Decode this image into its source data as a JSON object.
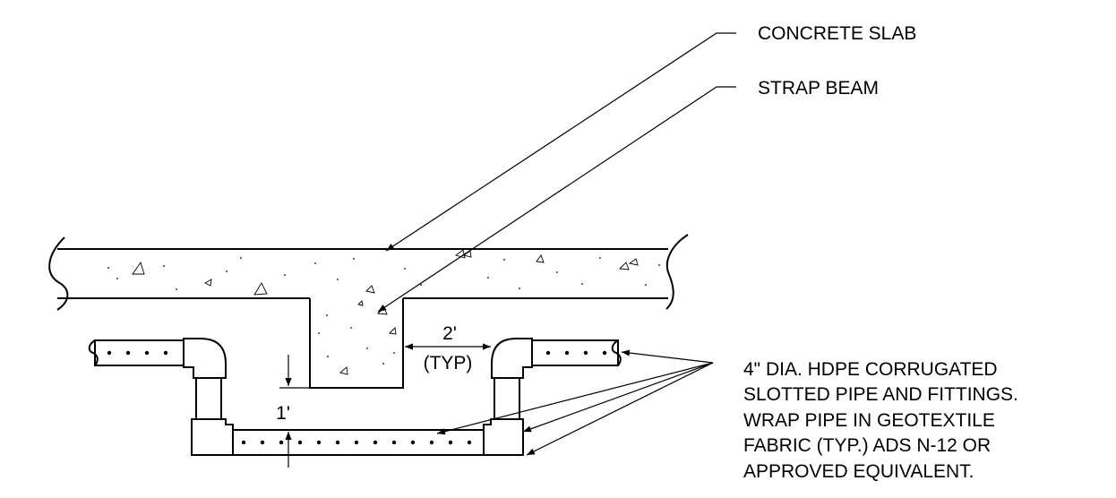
{
  "labels": {
    "slab": "CONCRETE SLAB",
    "beam": "STRAP BEAM",
    "pipe_lines": [
      "4\" DIA. HDPE CORRUGATED",
      "SLOTTED PIPE AND FITTINGS.",
      "WRAP PIPE IN GEOTEXTILE",
      "FABRIC (TYP.) ADS N-12 OR",
      "APPROVED EQUIVALENT."
    ]
  },
  "dimensions": {
    "clearance": "2'",
    "clearance_note": "(TYP)",
    "depth": "1'"
  }
}
